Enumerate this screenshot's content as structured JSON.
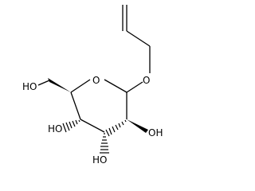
{
  "structure": {
    "atoms": {
      "ring_oxygen": "O",
      "glycosidic_oxygen": "O",
      "hydroxymethyl_oh": "HO",
      "oh_c4": "HO",
      "oh_c3": "HO",
      "oh_c2": "OH"
    }
  }
}
